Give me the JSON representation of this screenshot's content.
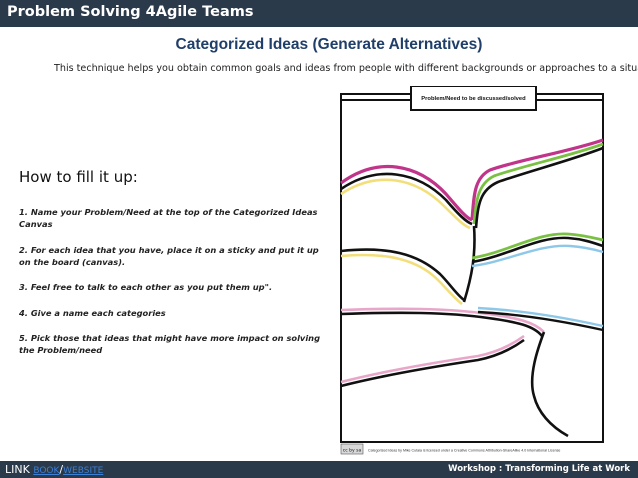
{
  "header": {
    "title": "Problem Solving 4Agile Teams"
  },
  "slide": {
    "title": "Categorized Ideas (Generate Alternatives)",
    "subtitle": "This technique helps you obtain common goals and ideas from people with different backgrounds or approaches to a situation."
  },
  "howto": {
    "heading": "How to fill it up:",
    "steps": [
      "1.   Name your Problem/Need at the top of the Categorized Ideas Canvas",
      "2. For each  idea that you have, place it on a sticky and put it up on the board (canvas).",
      "3. Feel free to talk to each other as you put them up\".",
      "4. Give a name each categories",
      "5. Pick those that ideas that might have more impact on solving the Problem/need"
    ]
  },
  "canvas": {
    "problem_label": "Problem/Need to be discussed/solved",
    "license_text": "Categorized Ideas by Mike Cutaia is licensed under a Creative Commons Attribution-ShareAlike 4.0 International License",
    "cc_badge": "cc by sa",
    "colors": {
      "magenta": "#c0348a",
      "green": "#7ac143",
      "yellow": "#f2df7a",
      "blue": "#8ec8e8",
      "pink": "#e8a7c9"
    }
  },
  "footer": {
    "link_prefix": "LINK",
    "link_book": "BOOK",
    "link_sep": "/",
    "link_website": "WEBSITE",
    "right_text": "Workshop : Transforming Life at Work"
  }
}
